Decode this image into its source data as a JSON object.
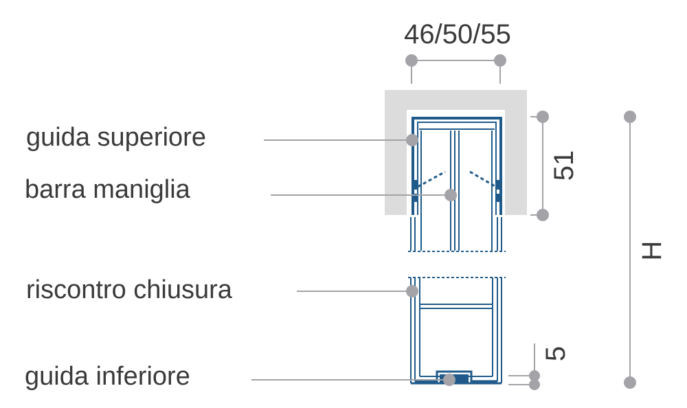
{
  "labels": {
    "top_guide": "guida superiore",
    "handle_bar": "barra maniglia",
    "closing_strike": "riscontro chiusura",
    "bottom_guide": "guida inferiore"
  },
  "dimensions": {
    "width": "46/50/55",
    "top_height": "51",
    "bottom_gap": "5",
    "total_height": "H"
  },
  "colors": {
    "profile_blue": "#1f5a8a",
    "wall_grey": "#dcdcdc",
    "annotation_grey": "#a3a3a8",
    "text": "#3a3a3a"
  }
}
